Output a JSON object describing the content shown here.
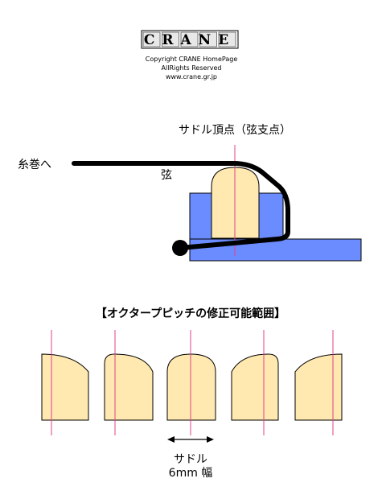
{
  "header": {
    "logo_text": "CRANE",
    "copyright_lines": [
      "Copyright CRANE HomePage",
      "AllRights Reserved",
      "www.crane.gr.jp"
    ]
  },
  "top_diagram": {
    "saddle_top_label": "サドル頂点（弦支点）",
    "peg_label": "糸巻へ",
    "string_label": "弦"
  },
  "bottom_diagram": {
    "title": "【オクタープピッチの修正可能範囲】",
    "saddle_label": "サドル",
    "width_label": "6mm 幅"
  },
  "colors": {
    "saddle_fill": "#FFE9B0",
    "bridge_fill": "#6B8CFF",
    "center_line": "#E0408A",
    "string": "#000000"
  }
}
